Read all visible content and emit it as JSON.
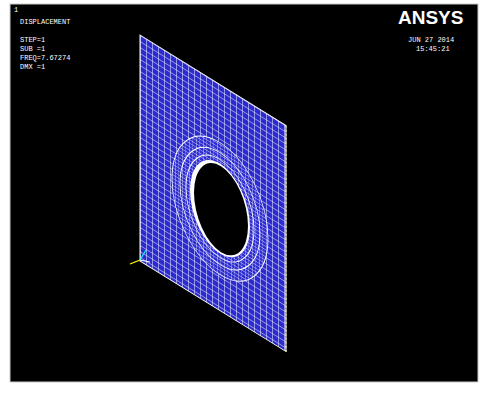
{
  "diagram": {
    "labels": [
      "1",
      "DISPLACEMENT",
      "STEP=1",
      "SUB =1",
      "FREQ=7.67274",
      "DMX =1",
      "ANSYS",
      "JUN 27 2014",
      "15:45:21"
    ]
  }
}
